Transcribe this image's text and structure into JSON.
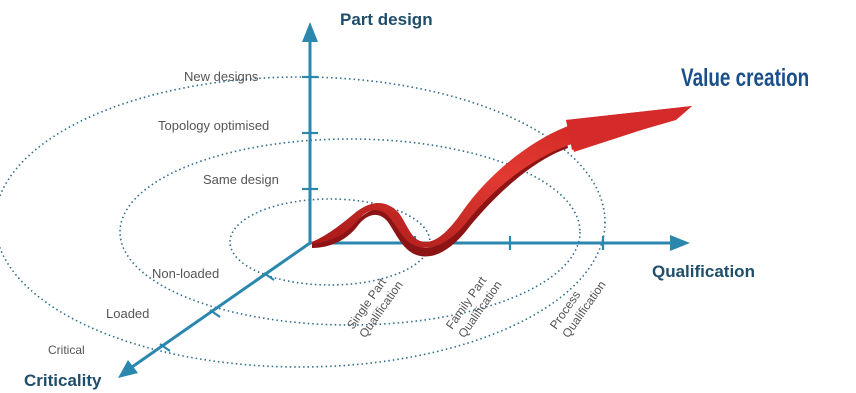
{
  "diagram": {
    "value_title": "Value creation",
    "axes": {
      "part_design": {
        "title": "Part design",
        "ticks": [
          "New designs",
          "Topology optimised",
          "Same design"
        ]
      },
      "qualification": {
        "title": "Qualification",
        "ticks": [
          [
            "Single Part",
            "Qualification"
          ],
          [
            "Family Part",
            "Qualification"
          ],
          [
            "Process",
            "Qualification"
          ]
        ]
      },
      "criticality": {
        "title": "Criticality",
        "ticks": [
          "Non-loaded",
          "Loaded",
          "Critical"
        ]
      }
    },
    "colors": {
      "axis": "#2b87ad",
      "rings": "#2f6d8c",
      "arrow": "#d42a2a",
      "arrow_dark": "#8c1414"
    }
  }
}
